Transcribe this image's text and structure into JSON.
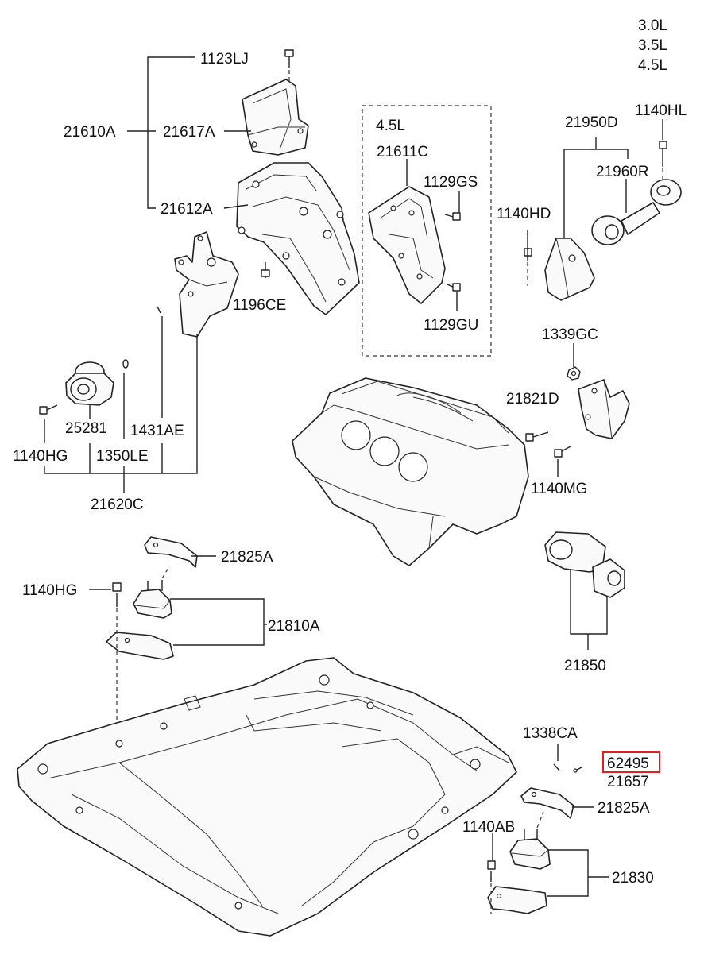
{
  "engine_variants": [
    "3.0L",
    "3.5L",
    "4.5L"
  ],
  "inset_variant": "4.5L",
  "highlight_color": "#e02020",
  "labels": {
    "p1123LJ": "1123LJ",
    "p21610A": "21610A",
    "p21617A": "21617A",
    "p21612A": "21612A",
    "p1196CE": "1196CE",
    "p21611C": "21611C",
    "p1129GS": "1129GS",
    "p1129GU": "1129GU",
    "p21950D": "21950D",
    "p1140HL": "1140HL",
    "p21960R": "21960R",
    "p1140HD": "1140HD",
    "p1339GC": "1339GC",
    "p21821D": "21821D",
    "p1140MG": "1140MG",
    "p25281": "25281",
    "p1431AE": "1431AE",
    "p1140HG_a": "1140HG",
    "p1350LE": "1350LE",
    "p21620C": "21620C",
    "p21825A_a": "21825A",
    "p1140HG_b": "1140HG",
    "p21810A": "21810A",
    "p21850": "21850",
    "p1338CA": "1338CA",
    "p62495": "62495",
    "p21657": "21657",
    "p21825A_b": "21825A",
    "p1140AB": "1140AB",
    "p21830": "21830"
  }
}
